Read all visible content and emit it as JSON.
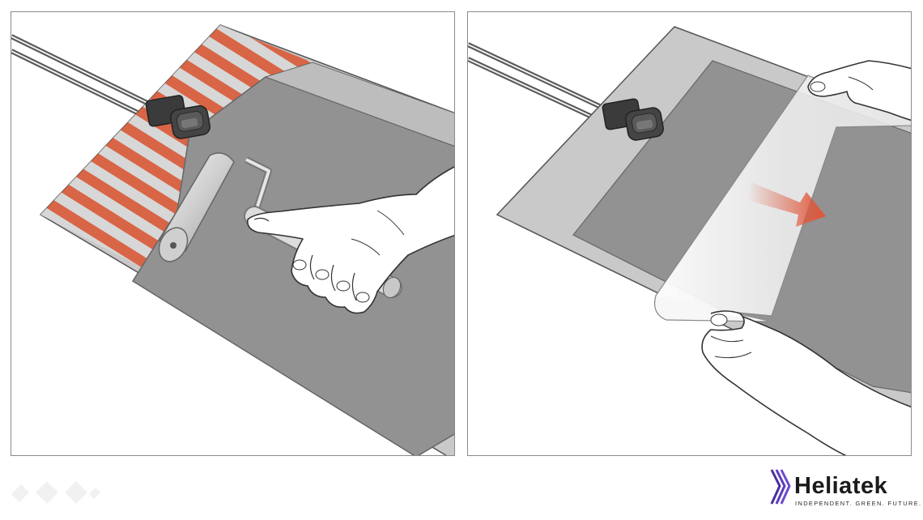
{
  "brand": {
    "name": "Heliatek",
    "tagline": "INDEPENDENT. GREEN. FUTURE.",
    "mark_colors": [
      "#4a2f9c",
      "#6a4ad0"
    ],
    "text_color": "#1b1b1b"
  },
  "panels": [
    {
      "name": "apply-pressure-panel",
      "depicts": [
        "solar-film",
        "junction-box",
        "cable-pair",
        "hand-roller",
        "hand"
      ],
      "hazard_stripe_colors": [
        "#d9603f",
        "#d8d8d8"
      ]
    },
    {
      "name": "peel-liner-panel",
      "depicts": [
        "solar-film",
        "junction-box",
        "cable-pair",
        "release-liner",
        "hands",
        "direction-arrow"
      ],
      "arrow_color": "#e0563a"
    }
  ],
  "colors": {
    "film_outer": "#c9c9c9",
    "film_inner": "#929292",
    "outline": "#555555",
    "hazard": "#d9603f"
  }
}
